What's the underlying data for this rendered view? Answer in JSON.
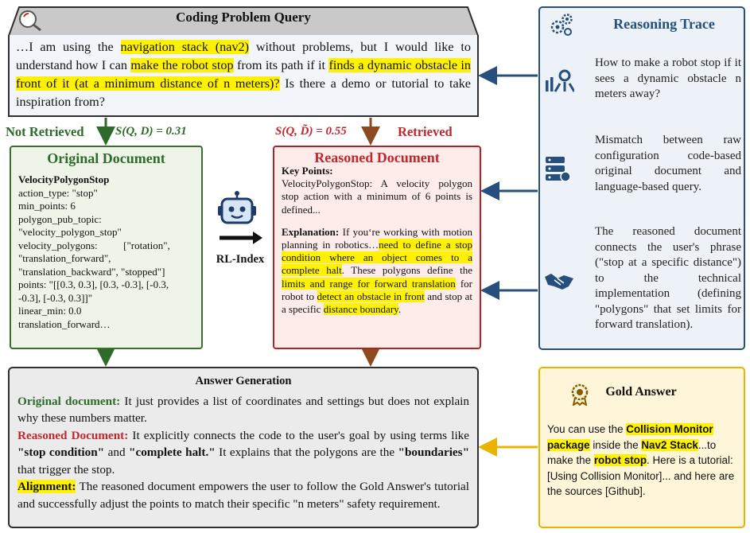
{
  "query": {
    "title": "Coding Problem Query",
    "text_1": "…I am using the ",
    "hl_1": "navigation stack (nav2)",
    "text_2": " without problems, but I would like to understand how I can ",
    "hl_2": "make the robot stop",
    "text_3": " from its path if it ",
    "hl_3": "finds a dynamic obstacle in front of it (at a minimum distance of n meters)?",
    "text_4": " Is there a demo or tutorial to take inspiration from?"
  },
  "scores": {
    "not_retrieved_label": "Not Retrieved",
    "original_score": "S(Q, D) = 0.31",
    "reasoned_score": "S(Q, D̃) = 0.55",
    "retrieved_label": "Retrieved"
  },
  "original_document": {
    "title": "Original Document",
    "name": "VelocityPolygonStop",
    "lines": [
      "action_type: \"stop\"",
      "min_points: 6",
      "polygon_pub_topic:",
      "\"velocity_polygon_stop\"",
      "velocity_polygons:          [\"rotation\",",
      "\"translation_forward\",",
      "\"translation_backward\", \"stopped\"]",
      "points: \"[[0.3, 0.3], [0.3, -0.3], [-0.3,",
      "-0.3], [-0.3, 0.3]]\"",
      "linear_min: 0.0",
      "translation_forward…"
    ]
  },
  "rl_index": {
    "label": "RL-Index",
    "icon": "robot-icon"
  },
  "reasoned_document": {
    "title": "Reasoned Document",
    "key_points_label": "Key Points:",
    "key_points_text": "VelocityPolygonStop: A velocity polygon stop action with a minimum of 6 points is defined...",
    "explanation_label": "Explanation:",
    "exp_1": " If you‘re working with motion planning in robotics…",
    "exp_hl_1": "need to define a stop condition where an object comes to a complete halt",
    "exp_2": ". These polygons define the ",
    "exp_hl_2": "limits and range for forward translation",
    "exp_3": " for robot to ",
    "exp_hl_3": "detect an obstacle in front",
    "exp_4": " and stop at a specific ",
    "exp_hl_4": "distance boundary",
    "exp_5": "."
  },
  "answer_generation": {
    "title": "Answer Generation",
    "orig_label": "Original document:",
    "orig_text": " It just provides a list of coordinates and settings but does not explain why these numbers matter.",
    "reas_label": "Reasoned Document:",
    "reas_text_1": " It explicitly connects the code to the user's goal by using terms like ",
    "reas_term_1": "\"stop condition\"",
    "reas_text_2": " and ",
    "reas_term_2": "\"complete halt.\"",
    "reas_text_3": " It explains that the polygons are the ",
    "reas_term_3": "\"boundaries\"",
    "reas_text_4": " that trigger the stop.",
    "align_label": "Alignment:",
    "align_text": " The reasoned document empowers the user to follow the Gold Answer's tutorial and successfully adjust the points to match their specific \"n meters\" safety requirement."
  },
  "reasoning_trace": {
    "title": "Reasoning Trace",
    "items": [
      {
        "icon": "robot-arm-icon",
        "text": "How to make a robot stop if it sees a dynamic obstacle n meters away?"
      },
      {
        "icon": "database-icon",
        "text": "Mismatch between raw configuration code-based original document and language-based query."
      },
      {
        "icon": "handshake-icon",
        "text": "The reasoned document connects the user's phrase (\"stop at a specific distance\") to the technical implementation (defining \"polygons\" that set limits for forward translation)."
      }
    ]
  },
  "gold_answer": {
    "title": "Gold Answer",
    "t_1": "You can use the ",
    "b_1": "Collision Monitor package",
    "t_2": " inside the ",
    "b_2": "Nav2 Stack",
    "t_3": "...to make the ",
    "b_3": "robot stop",
    "t_4": ". Here is a tutorial: [Using Collision Monitor]... and here are the sources [Github]."
  },
  "colors": {
    "green": "#2e6b2a",
    "red": "#c0272d",
    "blue": "#264f7d",
    "gold": "#e8b400",
    "highlight": "#fff200"
  }
}
